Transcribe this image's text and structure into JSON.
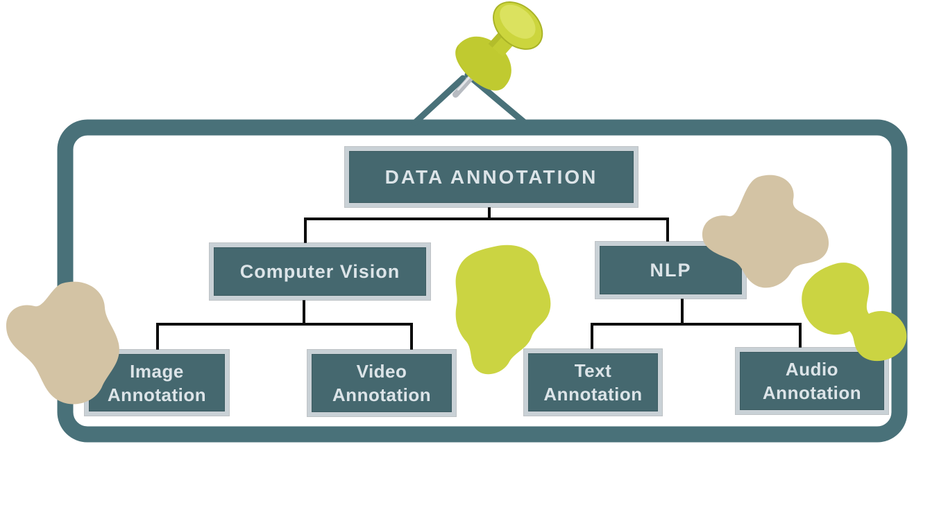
{
  "page": {
    "background": "#FFFFFF",
    "kind": "hanging-board infographic"
  },
  "diagram": {
    "root": {
      "label": "DATA ANNOTATION"
    },
    "level1": [
      {
        "id": "computer-vision",
        "label": "Computer Vision",
        "parent": "root"
      },
      {
        "id": "nlp",
        "label": "NLP",
        "parent": "root"
      }
    ],
    "level2": [
      {
        "id": "image-annotation",
        "label": "Image Annotation",
        "parent": "computer-vision"
      },
      {
        "id": "video-annotation",
        "label": "Video Annotation",
        "parent": "computer-vision"
      },
      {
        "id": "text-annotation",
        "label": "Text Annotation",
        "parent": "nlp"
      },
      {
        "id": "audio-annotation",
        "label": "Audio Annotation",
        "parent": "nlp"
      }
    ]
  },
  "colors": {
    "node_fill": "#45686F",
    "node_border": "#C9D1D6",
    "node_text": "#DCE4E8",
    "frame": "#497179",
    "connector": "#0A0A0A",
    "blob_tan": "#D3C3A4",
    "blob_yellow": "#CBD442",
    "pin_body": "#C3CD33",
    "pin_cap_highlight": "#DDE465",
    "pin_metal": "#B7BBC1"
  },
  "decorations": {
    "pushpin": "pushpin-icon",
    "hanger_strings": 2,
    "blobs": [
      "tan-blob-left",
      "tan-blob-top-right",
      "yellow-blob-middle",
      "yellow-blob-right"
    ]
  }
}
